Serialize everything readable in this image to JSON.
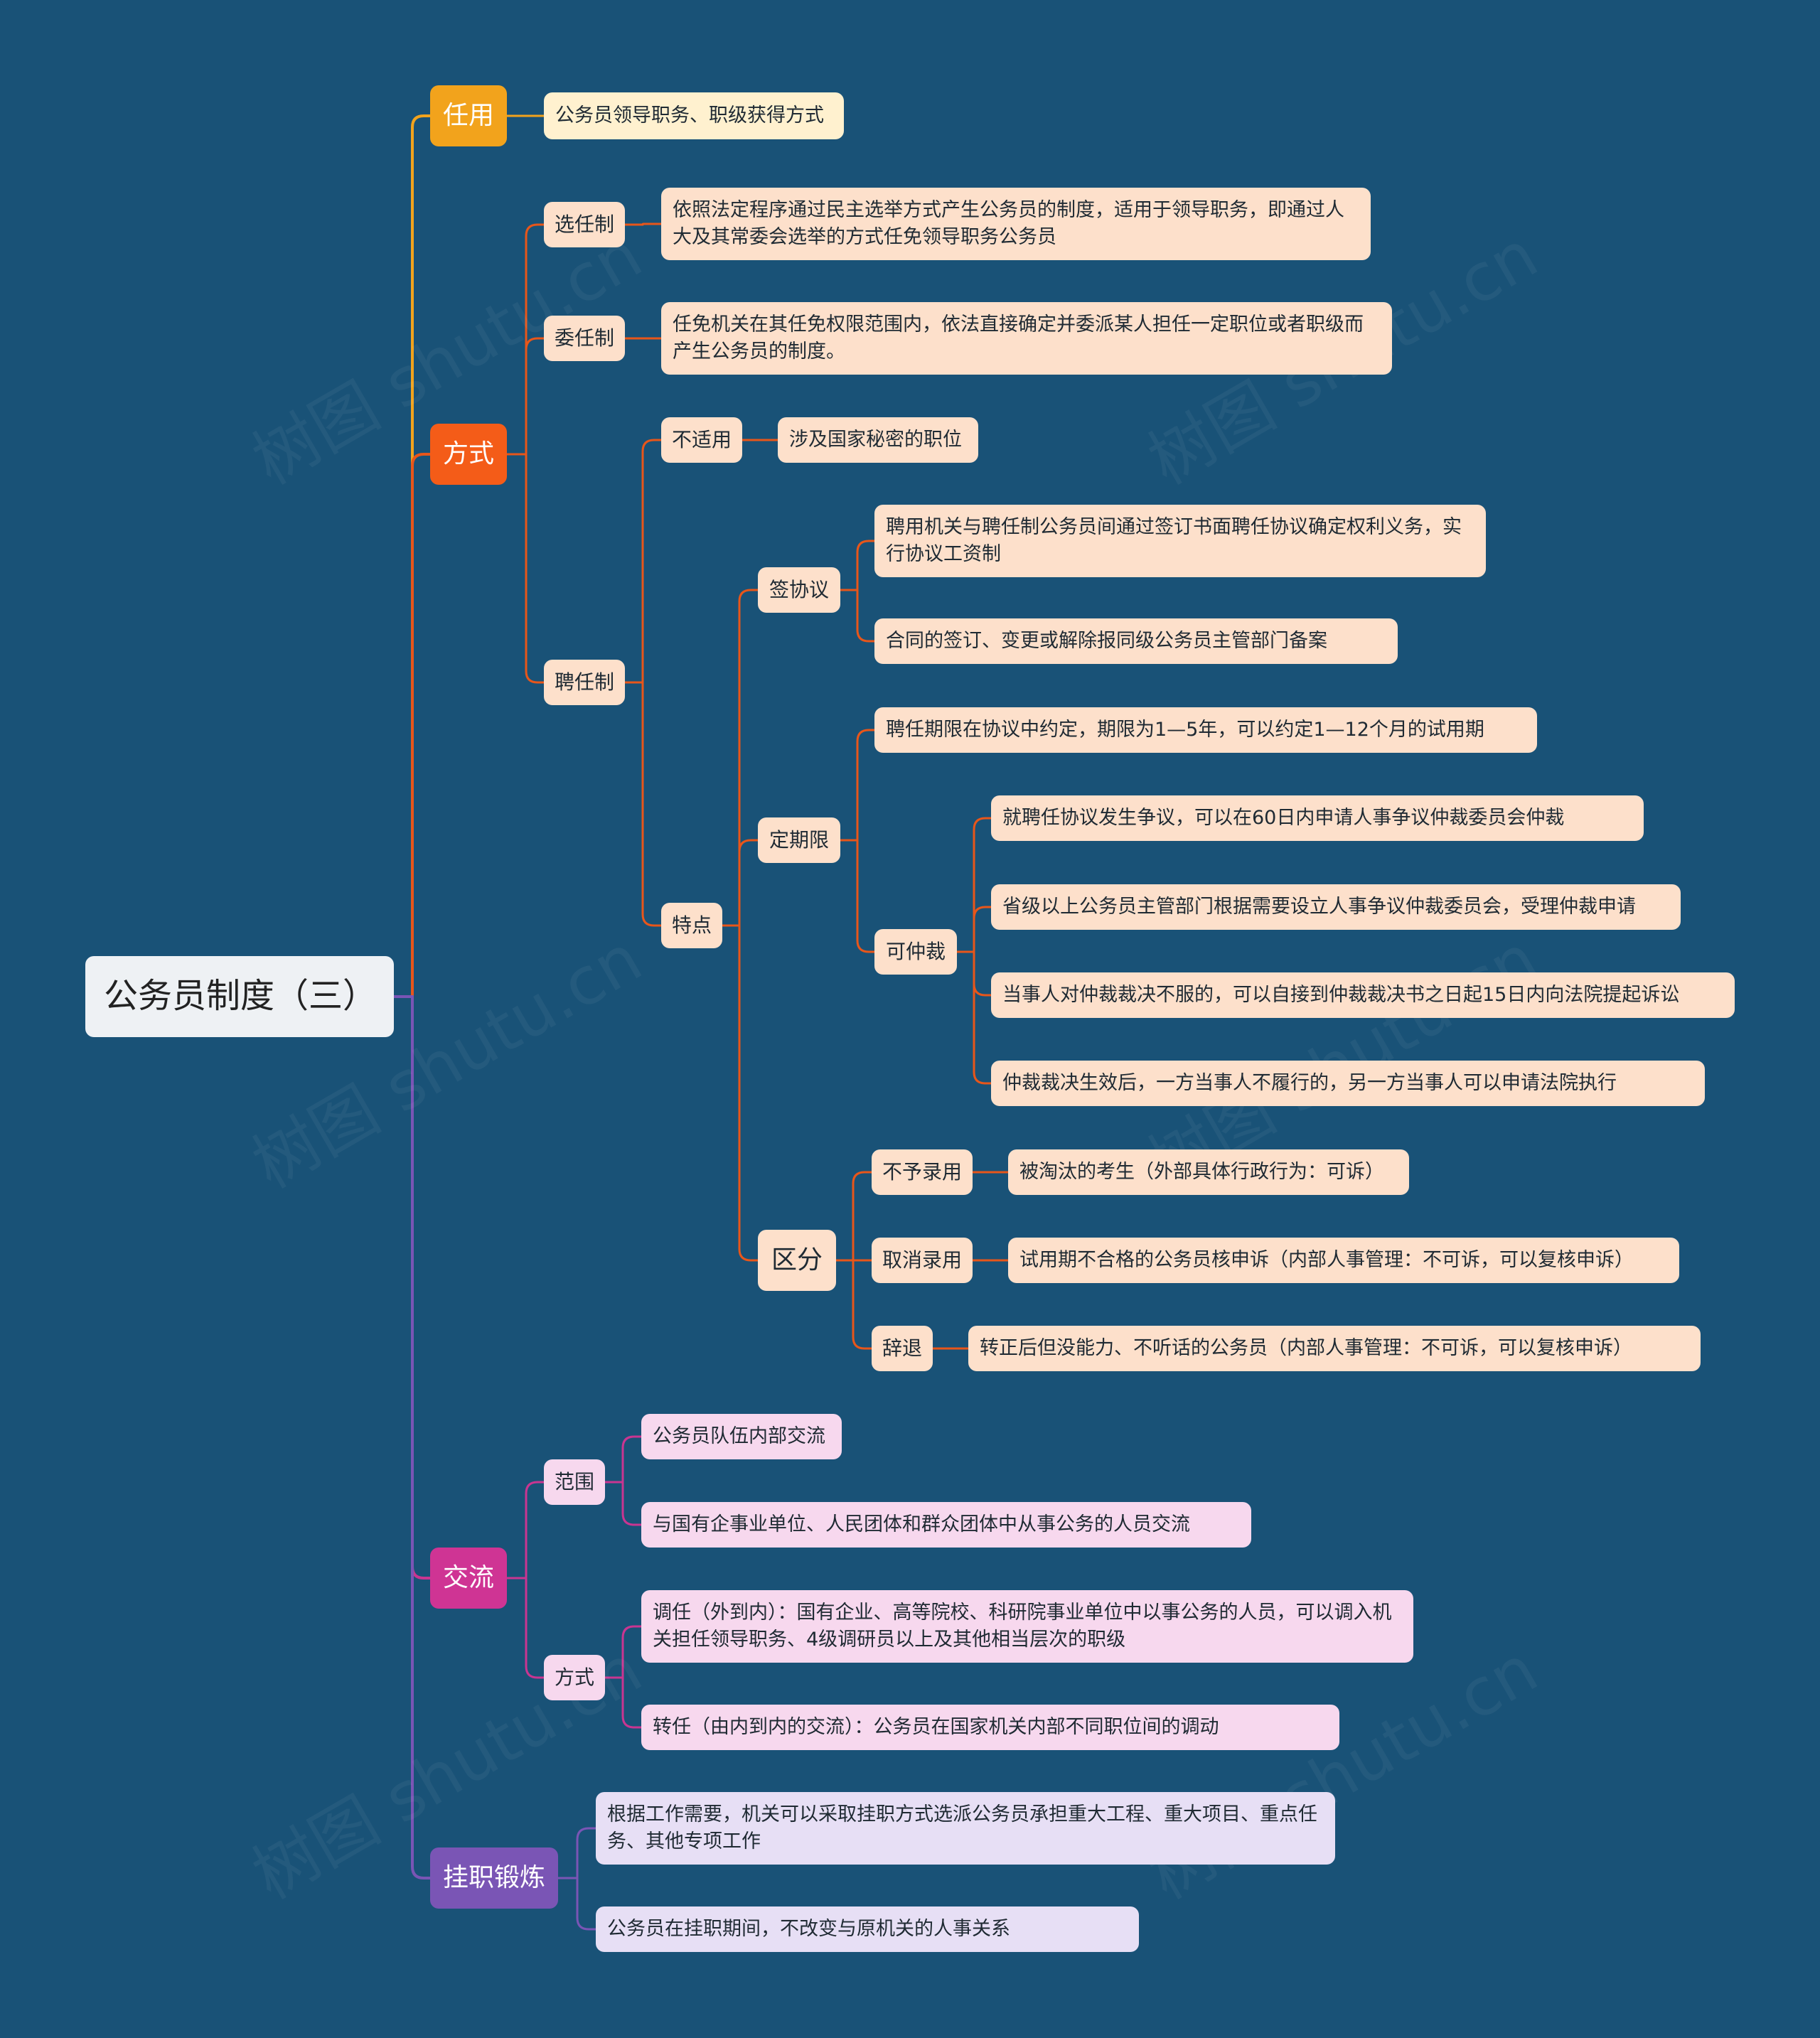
{
  "root": "公务员制度（三）",
  "branches": {
    "renyong": {
      "label": "任用",
      "leaf": "公务员领导职务、职级获得方式"
    },
    "fangshi": {
      "label": "方式",
      "xuanren": {
        "label": "选任制",
        "leaf": "依照法定程序通过民主选举方式产生公务员的制度，适用于领导职务，即通过人大及其常委会选举的方式任免领导职务公务员"
      },
      "weiren": {
        "label": "委任制",
        "leaf": "任免机关在其任免权限范围内，依法直接确定并委派某人担任一定职位或者职级而产生公务员的制度。"
      },
      "pinren": {
        "label": "聘任制",
        "bushiyong": {
          "label": "不适用",
          "leaf": "涉及国家秘密的职位"
        },
        "tedian": {
          "label": "特点",
          "qianxieyi": {
            "label": "签协议",
            "leaves": [
              "聘用机关与聘任制公务员间通过签订书面聘任协议确定权利义务，实行协议工资制",
              "合同的签订、变更或解除报同级公务员主管部门备案"
            ]
          },
          "dingqixian": {
            "label": "定期限",
            "leaf": "聘任期限在协议中约定，期限为1—5年，可以约定1—12个月的试用期",
            "kezhongcai": {
              "label": "可仲裁",
              "leaves": [
                "就聘任协议发生争议，可以在60日内申请人事争议仲裁委员会仲裁",
                "省级以上公务员主管部门根据需要设立人事争议仲裁委员会，受理仲裁申请",
                "当事人对仲裁裁决不服的，可以自接到仲裁裁决书之日起15日内向法院提起诉讼",
                "仲裁裁决生效后，一方当事人不履行的，另一方当事人可以申请法院执行"
              ]
            }
          },
          "qufen": {
            "label": "区分",
            "items": [
              {
                "label": "不予录用",
                "leaf": "被淘汰的考生（外部具体行政行为：可诉）"
              },
              {
                "label": "取消录用",
                "leaf": "试用期不合格的公务员核申诉（内部人事管理：不可诉，可以复核申诉）"
              },
              {
                "label": "辞退",
                "leaf": "转正后但没能力、不听话的公务员（内部人事管理：不可诉，可以复核申诉）"
              }
            ]
          }
        }
      }
    },
    "jiaoliu": {
      "label": "交流",
      "fanwei": {
        "label": "范围",
        "leaves": [
          "公务员队伍内部交流",
          "与国有企事业单位、人民团体和群众团体中从事公务的人员交流"
        ]
      },
      "fangshi": {
        "label": "方式",
        "leaves": [
          "调任（外到内）：国有企业、高等院校、科研院事业单位中以事公务的人员，可以调入机关担任领导职务、4级调研员以上及其他相当层次的职级",
          "转任（由内到内的交流）：公务员在国家机关内部不同职位间的调动"
        ]
      }
    },
    "guazhi": {
      "label": "挂职锻炼",
      "leaves": [
        "根据工作需要，机关可以采取挂职方式选派公务员承担重大工程、重大项目、重点任务、其他专项工作",
        "公务员在挂职期间，不改变与原机关的人事关系"
      ]
    }
  },
  "watermark": "树图 shutu.cn",
  "colors": {
    "background": "#195277",
    "orange": "#f2a31c",
    "red": "#f45c18",
    "magenta": "#cf3494",
    "purple": "#7a55b5"
  }
}
